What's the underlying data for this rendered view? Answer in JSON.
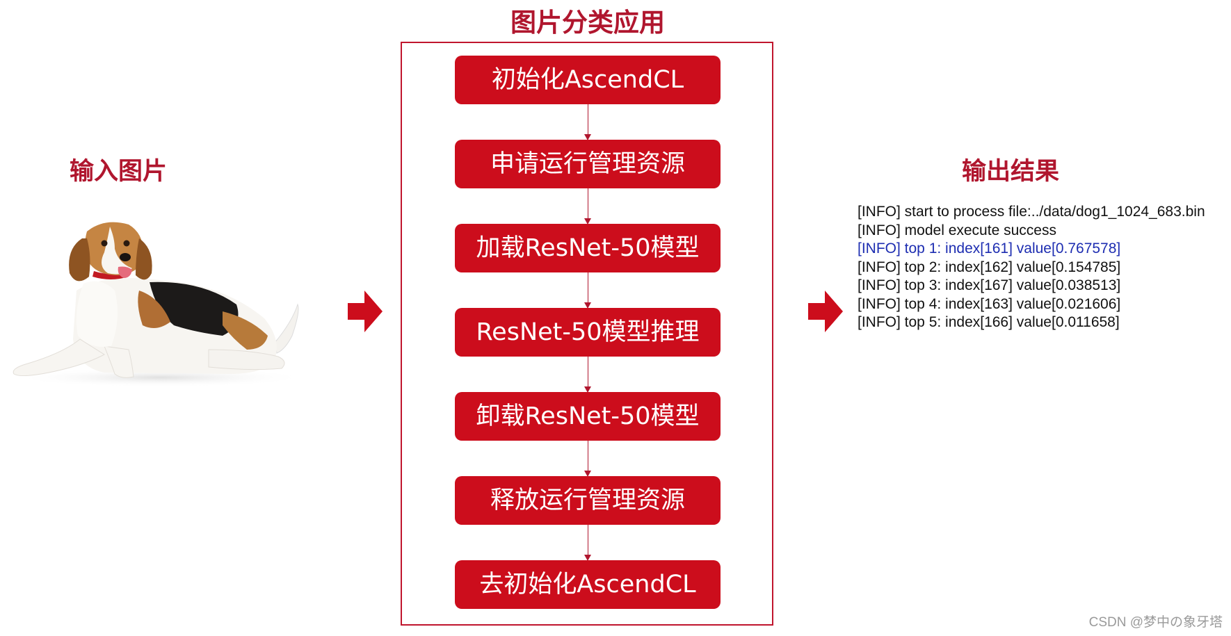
{
  "title": "图片分类应用",
  "input": {
    "title": "输入图片"
  },
  "output": {
    "title": "输出结果",
    "log_lines": [
      "[INFO] start to process file:../data/dog1_1024_683.bin",
      "[INFO] model execute success",
      "[INFO] top 1: index[161] value[0.767578]",
      "[INFO] top 2: index[162] value[0.154785]",
      "[INFO] top 3: index[167] value[0.038513]",
      "[INFO] top 4: index[163] value[0.021606]",
      "[INFO] top 5: index[166] value[0.011658]"
    ]
  },
  "steps": [
    "初始化AscendCL",
    "申请运行管理资源",
    "加载ResNet-50模型",
    "ResNet-50模型推理",
    "卸载ResNet-50模型",
    "释放运行管理资源",
    "去初始化AscendCL"
  ],
  "watermark": "CSDN @梦中の象牙塔",
  "colors": {
    "accent": "#cc0d1c",
    "title": "#b0162e",
    "highlight_line": "#1d2db1"
  }
}
